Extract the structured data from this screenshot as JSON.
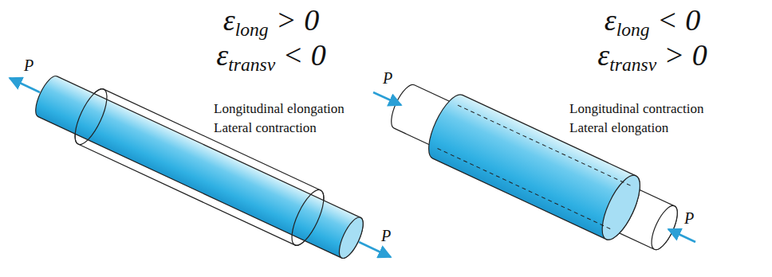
{
  "diagram": {
    "labels": [
      "εlong > 0",
      "εtransv < 0",
      "εlong < 0",
      "εtransv > 0",
      "Longitudinal elongation",
      "Lateral contraction",
      "Longitudinal contraction",
      "Lateral elongation",
      "P",
      "P",
      "P",
      "P"
    ]
  }
}
